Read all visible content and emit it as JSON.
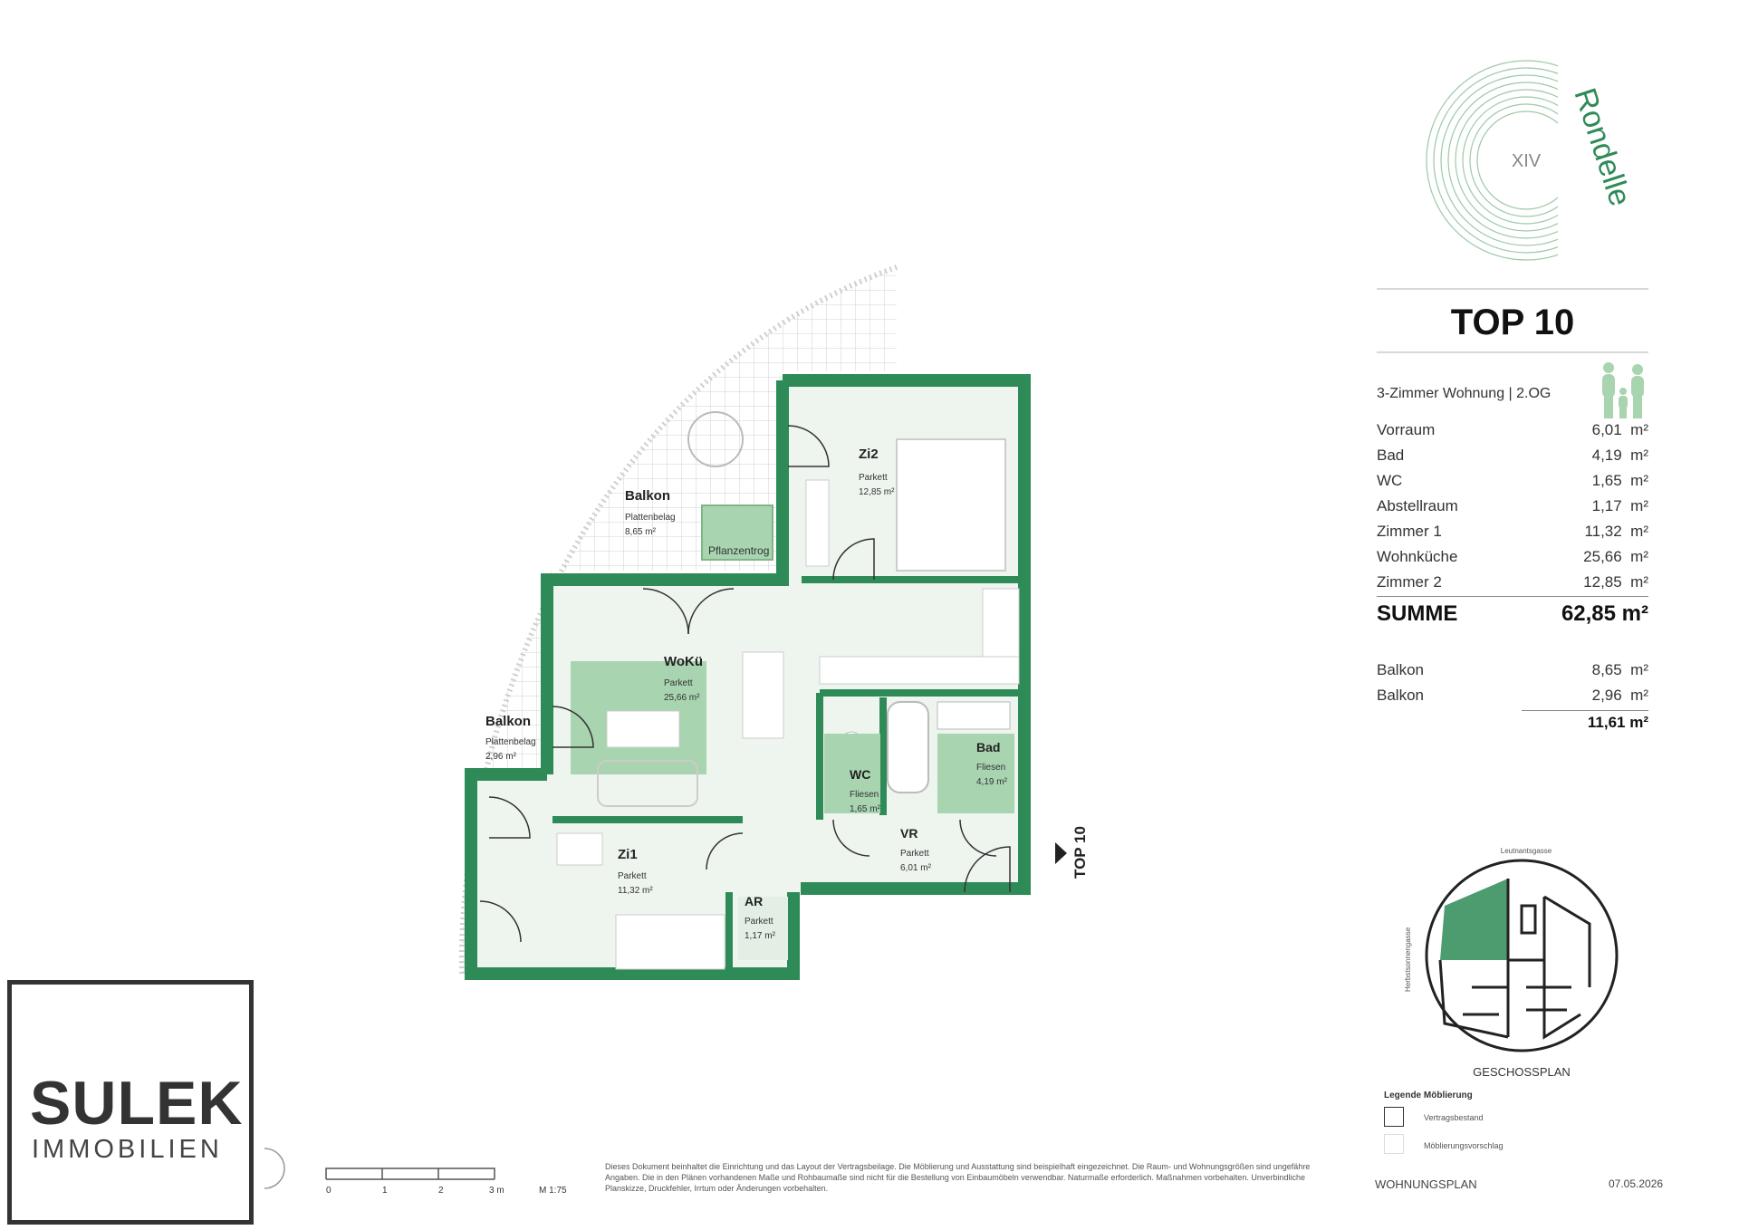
{
  "brand": {
    "logo_numeral": "XIV",
    "logo_word": "Rondelle",
    "company_name": "SULEK",
    "company_sub": "IMMOBILIEN"
  },
  "unit": {
    "title": "TOP 10",
    "subtitle": "3-Zimmer Wohnung | 2.OG",
    "rooms": [
      {
        "name": "Vorraum",
        "value": "6,01",
        "unit": "m²"
      },
      {
        "name": "Bad",
        "value": "4,19",
        "unit": "m²"
      },
      {
        "name": "WC",
        "value": "1,65",
        "unit": "m²"
      },
      {
        "name": "Abstellraum",
        "value": "1,17",
        "unit": "m²"
      },
      {
        "name": "Zimmer 1",
        "value": "11,32",
        "unit": "m²"
      },
      {
        "name": "Wohnküche",
        "value": "25,66",
        "unit": "m²"
      },
      {
        "name": "Zimmer 2",
        "value": "12,85",
        "unit": "m²"
      }
    ],
    "sum_label": "SUMME",
    "sum_value": "62,85 m²",
    "outdoor": [
      {
        "name": "Balkon",
        "value": "8,65",
        "unit": "m²"
      },
      {
        "name": "Balkon",
        "value": "2,96",
        "unit": "m²"
      }
    ],
    "outdoor_total": "11,61 m²"
  },
  "plan": {
    "balkon1": {
      "name": "Balkon",
      "floor": "Plattenbelag",
      "area": "8,65 m²"
    },
    "pflanzentrog": "Pflanzentrog",
    "zi2": {
      "name": "Zi2",
      "floor": "Parkett",
      "area": "12,85 m²"
    },
    "woku": {
      "name": "WoKü",
      "floor": "Parkett",
      "area": "25,66 m²"
    },
    "balkon2": {
      "name": "Balkon",
      "floor": "Plattenbelag",
      "area": "2,96 m²"
    },
    "wc": {
      "name": "WC",
      "floor": "Fliesen",
      "area": "1,65 m²"
    },
    "bad": {
      "name": "Bad",
      "floor": "Fliesen",
      "area": "4,19 m²"
    },
    "vr": {
      "name": "VR",
      "floor": "Parkett",
      "area": "6,01 m²"
    },
    "zi1": {
      "name": "Zi1",
      "floor": "Parkett",
      "area": "11,32 m²"
    },
    "ar": {
      "name": "AR",
      "floor": "Parkett",
      "area": "1,17 m²"
    },
    "entrance_label": "TOP 10"
  },
  "scale": {
    "ticks": [
      "0",
      "1",
      "2",
      "3 m"
    ],
    "label": "M 1:75"
  },
  "site_plan": {
    "street_top": "Leutnantsgasse",
    "street_left": "Herbstsonnengasse",
    "caption": "GESCHOSSPLAN"
  },
  "legend": {
    "title": "Legende Möblierung",
    "items": [
      "Vertragsbestand",
      "Möblierungsvorschlag"
    ]
  },
  "disclaimer": "Dieses Dokument beinhaltet die Einrichtung und das Layout der Vertragsbeilage. Die Möblierung und Ausstattung sind beispielhaft eingezeichnet. Die Raum- und Wohnungsgrößen sind ungefähre Angaben. Die in den Plänen vorhandenen Maße und Rohbaumaße sind nicht für die Bestellung von Einbaumöbeln verwendbar. Naturmaße erforderlich. Maßnahmen vorbehalten. Unverbindliche Planskizze, Druckfehler, Irrtum oder Änderungen vorbehalten.",
  "footer_left": "WOHNUNGSPLAN",
  "footer_date": "07.05.2026",
  "colors": {
    "brand_green": "#2e8b57",
    "light_green": "#eef5ef",
    "mid_green": "#a8d4b0"
  }
}
